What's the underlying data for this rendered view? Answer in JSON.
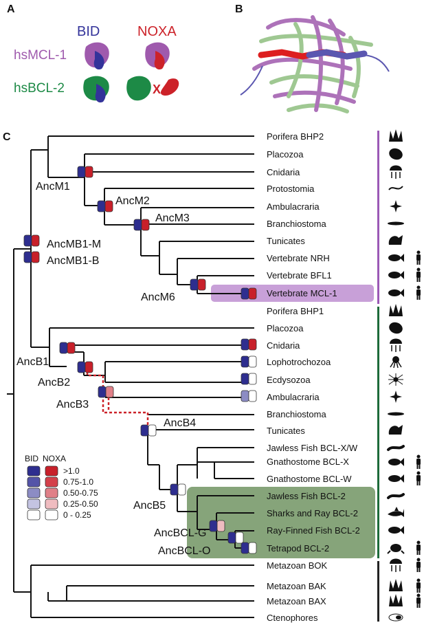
{
  "panels": {
    "a": "A",
    "b": "B",
    "c": "C"
  },
  "panel_a": {
    "col_bid": "BID",
    "col_noxa": "NOXA",
    "row_mcl1": "hsMCL-1",
    "row_bcl2": "hsBCL-2",
    "no_binding_mark": "X"
  },
  "colors": {
    "bid": "#33339a",
    "noxa": "#cc2229",
    "mcl1": "#9f5aad",
    "bcl2": "#1d8a46",
    "mcl_bar": "#9b59b6",
    "bcl_bar": "#1e6b3a",
    "bcl2_clade_box": "#86a47a",
    "mcl1_box": "#c8a0d8",
    "outgroup_bar": "#222222",
    "dashed_branch": "#cc2229"
  },
  "tips": [
    "Porifera BHP2",
    "Placozoa",
    "Cnidaria",
    "Protostomia",
    "Ambulacraria",
    "Branchiostoma",
    "Tunicates",
    "Vertebrate NRH",
    "Vertebrate BFL1",
    "Vertebrate MCL-1",
    "Porifera BHP1",
    "Placozoa",
    "Cnidaria",
    "Lophotrochozoa",
    "Ecdysozoa",
    "Ambulacraria",
    "Branchiostoma",
    "Tunicates",
    "Jawless Fish BCL-X/W",
    "Gnathostome BCL-X",
    "Gnathostome BCL-W",
    "Jawless Fish BCL-2",
    "Sharks and Ray BCL-2",
    "Ray-Finned Fish BCL-2",
    "Tetrapod BCL-2",
    "Metazoan BOK",
    "Metazoan BAK",
    "Metazoan BAX",
    "Ctenophores"
  ],
  "nodes": {
    "AncM1": "AncM1",
    "AncM2": "AncM2",
    "AncM3": "AncM3",
    "AncM6": "AncM6",
    "AncMB1M": "AncMB1-M",
    "AncMB1B": "AncMB1-B",
    "AncB1": "AncB1",
    "AncB2": "AncB2",
    "AncB3": "AncB3",
    "AncB4": "AncB4",
    "AncB5": "AncB5",
    "AncBCLG": "AncBCL-G",
    "AncBCLO": "AncBCL-O"
  },
  "legend": {
    "bid_header": "BID",
    "noxa_header": "NOXA",
    "bins": [
      {
        "label": ">1.0",
        "bid": "#2e2e8f",
        "noxa": "#c8202a"
      },
      {
        "label": "0.75-1.0",
        "bid": "#5454a8",
        "noxa": "#d4404a"
      },
      {
        "label": "0.50-0.75",
        "bid": "#8c8cc4",
        "noxa": "#e08088"
      },
      {
        "label": "0.25-0.50",
        "bid": "#c4c4e2",
        "noxa": "#efbcc0"
      },
      {
        "label": "0 - 0.25",
        "bid": "#ffffff",
        "noxa": "#ffffff"
      }
    ]
  },
  "binding_badges": [
    {
      "node": "AncM1",
      "bid": "#2e2e8f",
      "noxa": "#c8202a"
    },
    {
      "node": "AncM2",
      "bid": "#2e2e8f",
      "noxa": "#c8202a"
    },
    {
      "node": "AncM3",
      "bid": "#2e2e8f",
      "noxa": "#c8202a"
    },
    {
      "node": "AncMB1-M",
      "bid": "#2e2e8f",
      "noxa": "#c8202a"
    },
    {
      "node": "AncMB1-B",
      "bid": "#2e2e8f",
      "noxa": "#c8202a"
    },
    {
      "node": "AncM6",
      "bid": "#2e2e8f",
      "noxa": "#c8202a"
    },
    {
      "node": "Vertebrate MCL-1",
      "bid": "#2e2e8f",
      "noxa": "#c8202a"
    },
    {
      "node": "AncB1",
      "bid": "#2e2e8f",
      "noxa": "#c8202a"
    },
    {
      "node": "Cnidaria",
      "bid": "#2e2e8f",
      "noxa": "#c8202a"
    },
    {
      "node": "AncB2",
      "bid": "#2e2e8f",
      "noxa": "#c8202a"
    },
    {
      "node": "Lophotrochozoa",
      "bid": "#2e2e8f",
      "noxa": "#ffffff"
    },
    {
      "node": "Ecdysozoa",
      "bid": "#2e2e8f",
      "noxa": "#ffffff"
    },
    {
      "node": "AncB3",
      "bid": "#2e2e8f",
      "noxa": "#e08088"
    },
    {
      "node": "Ambulacraria",
      "bid": "#8c8cc4",
      "noxa": "#ffffff"
    },
    {
      "node": "AncB4",
      "bid": "#2e2e8f",
      "noxa": "#ffffff"
    },
    {
      "node": "AncB5",
      "bid": "#2e2e8f",
      "noxa": "#ffffff"
    },
    {
      "node": "AncBCL-G",
      "bid": "#2e2e8f",
      "noxa": "#efbcc0"
    },
    {
      "node": "AncBCL-O",
      "bid": "#2e2e8f",
      "noxa": "#ffffff"
    },
    {
      "node": "Tetrapod BCL-2",
      "bid": "#2e2e8f",
      "noxa": "#ffffff"
    }
  ]
}
